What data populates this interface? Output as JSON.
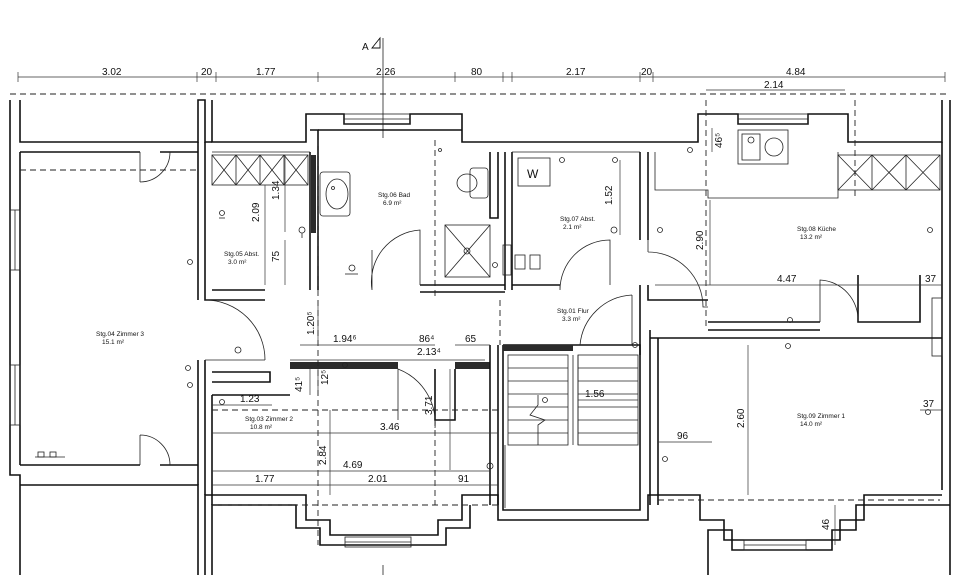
{
  "section_mark": "A",
  "dims_top": [
    {
      "id": "t1",
      "label": "3.02"
    },
    {
      "id": "t2",
      "label": "20"
    },
    {
      "id": "t3",
      "label": "1.77"
    },
    {
      "id": "t4",
      "label": "2.26"
    },
    {
      "id": "t5",
      "label": "80"
    },
    {
      "id": "t6",
      "label": "2.17"
    },
    {
      "id": "t7",
      "label": "20"
    },
    {
      "id": "t8",
      "label": "4.84"
    }
  ],
  "dims_inner": [
    {
      "id": "d214",
      "label": "2.14"
    },
    {
      "id": "d46a",
      "label": "46⁵"
    },
    {
      "id": "d134",
      "label": "1.34"
    },
    {
      "id": "d209",
      "label": "2.09"
    },
    {
      "id": "d75",
      "label": "75"
    },
    {
      "id": "d152",
      "label": "1.52"
    },
    {
      "id": "d290",
      "label": "2.90"
    },
    {
      "id": "d447",
      "label": "4.47"
    },
    {
      "id": "d37a",
      "label": "37"
    },
    {
      "id": "d120",
      "label": "1.20⁵"
    },
    {
      "id": "d194",
      "label": "1.94⁶"
    },
    {
      "id": "d86",
      "label": "86⁴"
    },
    {
      "id": "d65",
      "label": "65"
    },
    {
      "id": "d2134",
      "label": "2.13⁴"
    },
    {
      "id": "d41",
      "label": "41⁵"
    },
    {
      "id": "d12",
      "label": "12⁵"
    },
    {
      "id": "d123",
      "label": "1.23"
    },
    {
      "id": "d371",
      "label": "3.71"
    },
    {
      "id": "d156",
      "label": "1.56"
    },
    {
      "id": "d346",
      "label": "3.46"
    },
    {
      "id": "d96",
      "label": "96"
    },
    {
      "id": "d260",
      "label": "2.60"
    },
    {
      "id": "d37b",
      "label": "37"
    },
    {
      "id": "d284",
      "label": "2.84"
    },
    {
      "id": "d469",
      "label": "4.69"
    },
    {
      "id": "d177b",
      "label": "1.77"
    },
    {
      "id": "d201",
      "label": "2.01"
    },
    {
      "id": "d91",
      "label": "91"
    },
    {
      "id": "d46b",
      "label": "46"
    }
  ],
  "rooms": [
    {
      "id": "r04",
      "name": "Stg.04 Zimmer 3",
      "area": "15.1 m²"
    },
    {
      "id": "r05",
      "name": "Stg.05 Abst.",
      "area": "3.0 m²"
    },
    {
      "id": "r06",
      "name": "Stg.06 Bad",
      "area": "6.9 m²"
    },
    {
      "id": "r07",
      "name": "Stg.07 Abst.",
      "area": "2.1 m²"
    },
    {
      "id": "r08",
      "name": "Stg.08 Küche",
      "area": "13.2 m²"
    },
    {
      "id": "r01",
      "name": "Stg.01 Flur",
      "area": "3.3 m²"
    },
    {
      "id": "r03",
      "name": "Stg.03 Zimmer 2",
      "area": "10.8 m²"
    },
    {
      "id": "r09",
      "name": "Stg.09 Zimmer 1",
      "area": "14.0 m²"
    }
  ],
  "washer_label": "W"
}
